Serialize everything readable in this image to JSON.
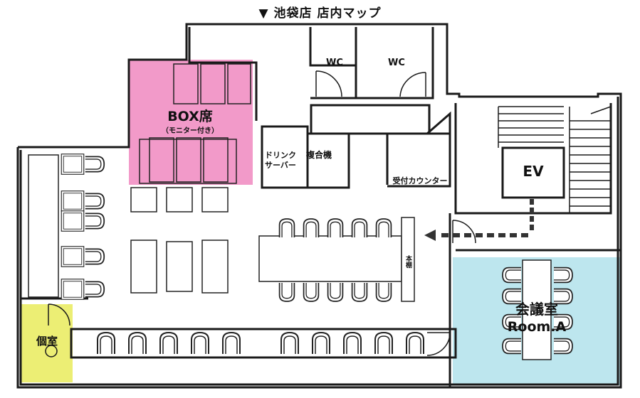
{
  "title": "▼ 池袋店 店内マップ",
  "labels": {
    "wc1": "WC",
    "wc2": "WC",
    "box_title": "BOX席",
    "box_sub": "（モニター付き）",
    "drink1": "ドリンク",
    "drink2": "サーバー",
    "copier": "複合機",
    "reception": "受付カウンター",
    "ev": "EV",
    "bookshelf": "本棚",
    "meeting1": "会議室",
    "meeting2": "Room.A",
    "private": "個室"
  },
  "colors": {
    "box_area": "#f29ac9",
    "meeting_room": "#bde6ee",
    "private_room": "#ecee74",
    "wall": "#1a1a1a",
    "route": "#333333"
  }
}
